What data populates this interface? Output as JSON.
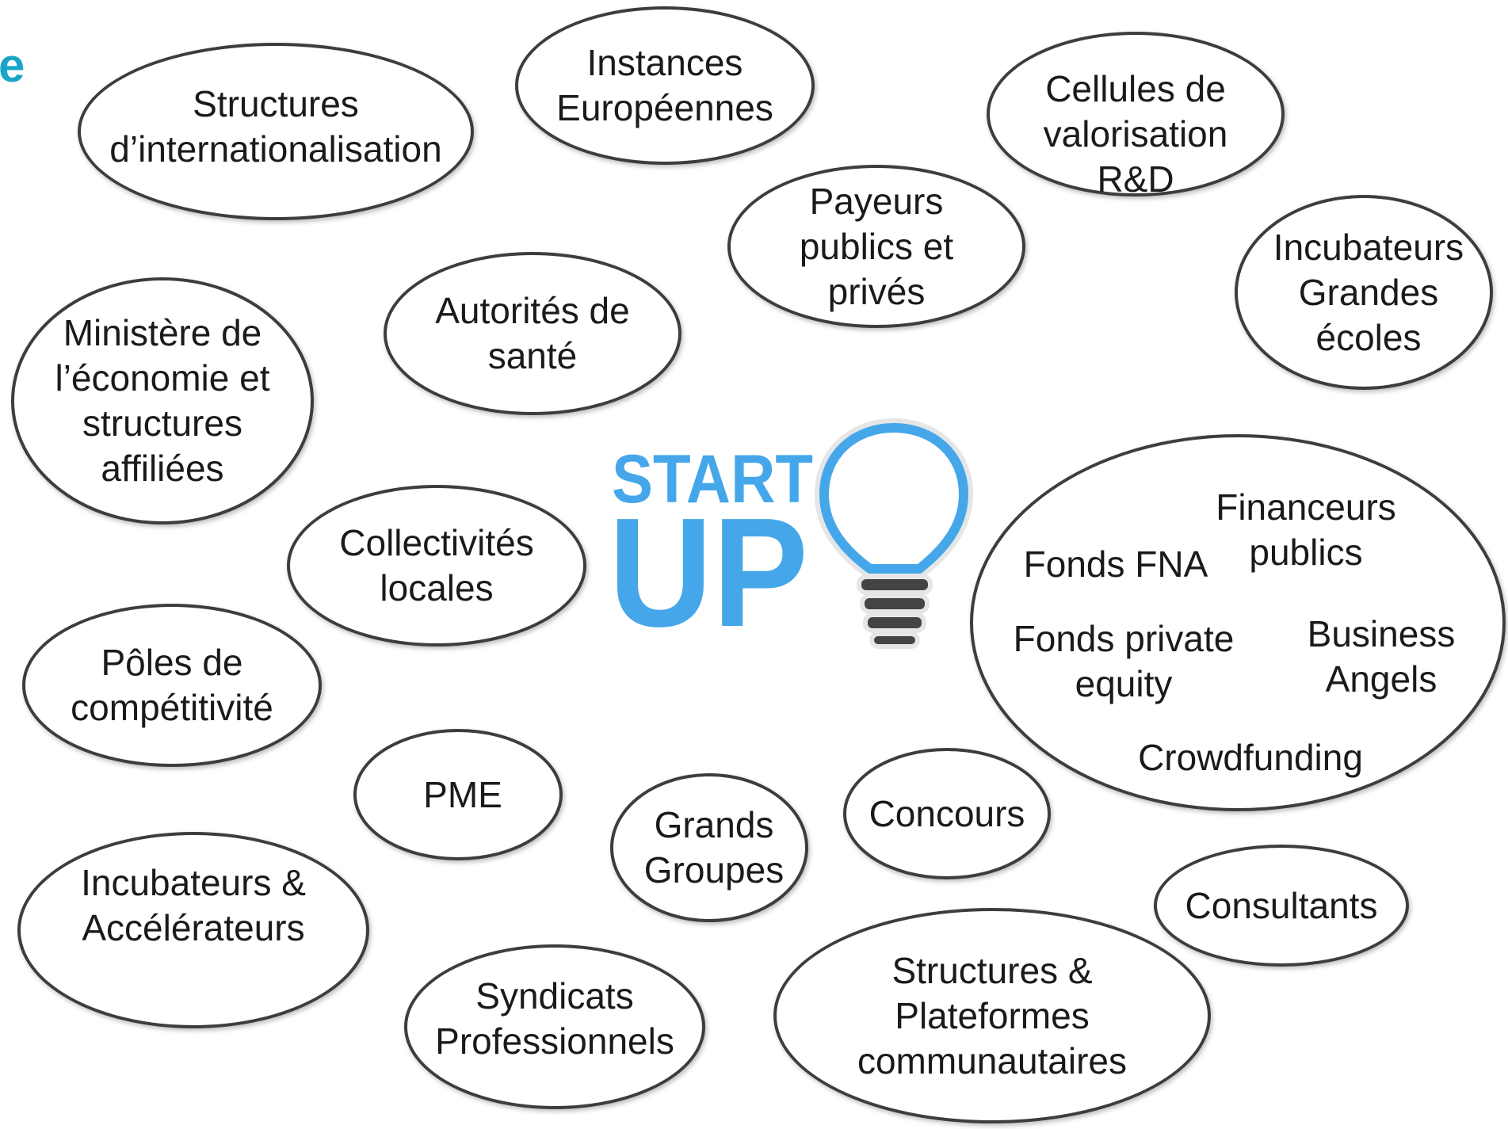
{
  "edge_text": "e",
  "colors": {
    "edge_text": "#1aa5c8",
    "logo_blue": "#45a7ea",
    "bubble_border": "#3d3d3d",
    "text": "#1a1a1a"
  },
  "logo": {
    "line1": "START",
    "line2": "UP",
    "icon": "lightbulb-icon"
  },
  "bubbles": {
    "structures_internationalisation": "Structures\nd’internationalisation",
    "instances_europeennes": "Instances\nEuropéennes",
    "cellules_valorisation": "Cellules de\nvalorisation\nR&D",
    "payeurs": "Payeurs\npublics et\nprivés",
    "incubateurs_grandes_ecoles": "Incubateurs\nGrandes\nécoles",
    "autorites_sante": "Autorités de\nsanté",
    "ministere": "Ministère de\nl’économie et\nstructures\naffiliées",
    "collectivites": "Collectivités\nlocales",
    "poles": "Pôles de\ncompétitivité",
    "pme": "PME",
    "grands_groupes": "Grands\nGroupes",
    "concours": "Concours",
    "consultants": "Consultants",
    "incubateurs_accelerateurs": "Incubateurs &\nAccélérateurs",
    "syndicats": "Syndicats\nProfessionnels",
    "structures_plateformes": "Structures &\nPlateformes\ncommunautaires"
  },
  "financing": {
    "financeurs_publics": "Financeurs\npublics",
    "fonds_fna": "Fonds FNA",
    "fonds_private_equity": "Fonds private\nequity",
    "business_angels": "Business\nAngels",
    "crowdfunding": "Crowdfunding"
  }
}
